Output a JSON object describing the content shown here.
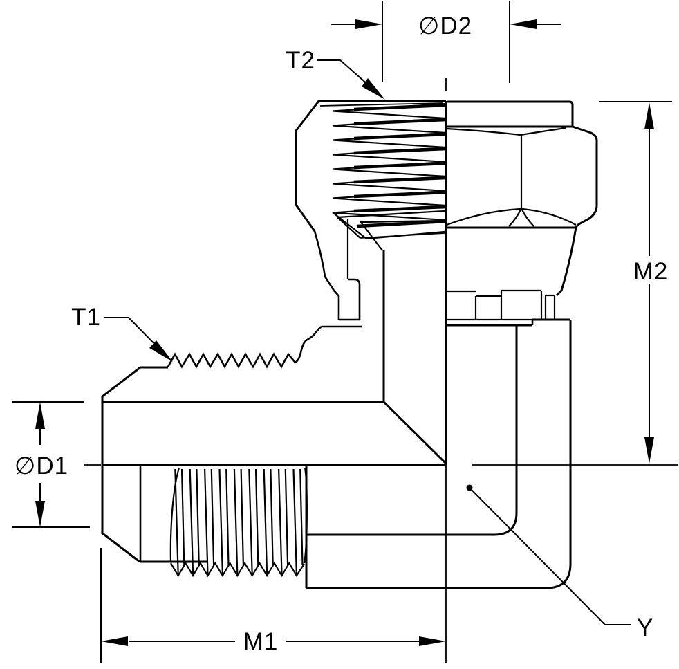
{
  "drawing": {
    "labels": {
      "d2": "∅D2",
      "t2": "T2",
      "m2": "M2",
      "t1": "T1",
      "d1": "∅D1",
      "m1": "M1",
      "y": "Y"
    },
    "colors": {
      "line": "#000000",
      "background": "#ffffff"
    }
  }
}
